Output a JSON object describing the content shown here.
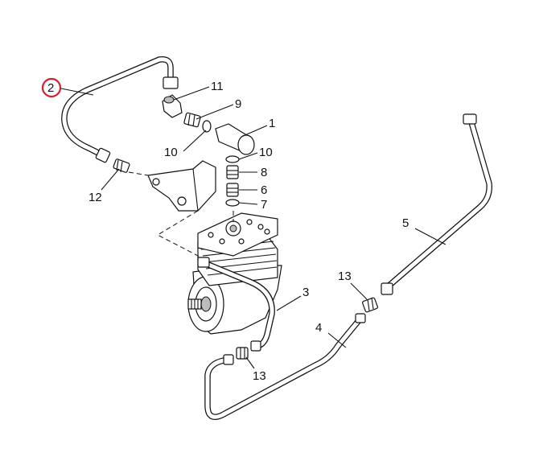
{
  "callouts": {
    "c1": "1",
    "c2": "2",
    "c3": "3",
    "c4": "4",
    "c5": "5",
    "c6": "6",
    "c7": "7",
    "c8": "8",
    "c9": "9",
    "c10a": "10",
    "c10b": "10",
    "c11": "11",
    "c12": "12",
    "c13a": "13",
    "c13b": "13"
  },
  "highlight_color": "#d0202a"
}
